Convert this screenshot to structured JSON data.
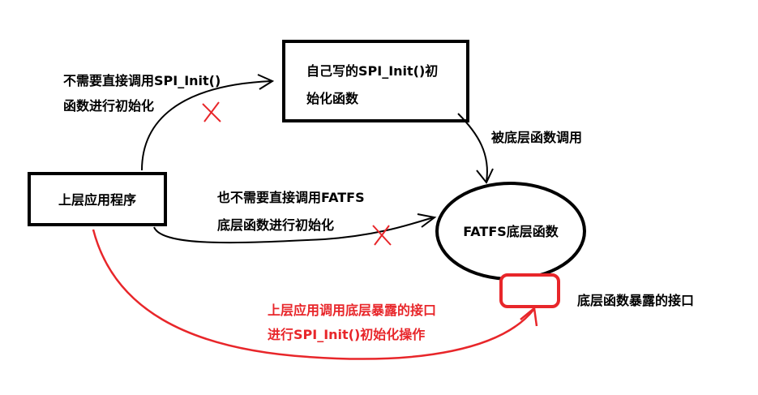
{
  "nodes": {
    "app": "上层应用程序",
    "spi_init_line1": "自己写的SPI_Init()初",
    "spi_init_line2": "始化函数",
    "fatfs": "FATFS底层函数",
    "interface_label": "底层函数暴露的接口"
  },
  "edges": {
    "no_spi_line1": "不需要直接调用SPI_Init()",
    "no_spi_line2": "函数进行初始化",
    "called_by_lower": "被底层函数调用",
    "no_fatfs_line1": "也不需要直接调用FATFS",
    "no_fatfs_line2": "底层函数进行初始化",
    "red_line1": "上层应用调用底层暴露的接口",
    "red_line2": "进行SPI_Init()初始化操作"
  },
  "colors": {
    "black": "#000000",
    "red": "#e8262a"
  }
}
